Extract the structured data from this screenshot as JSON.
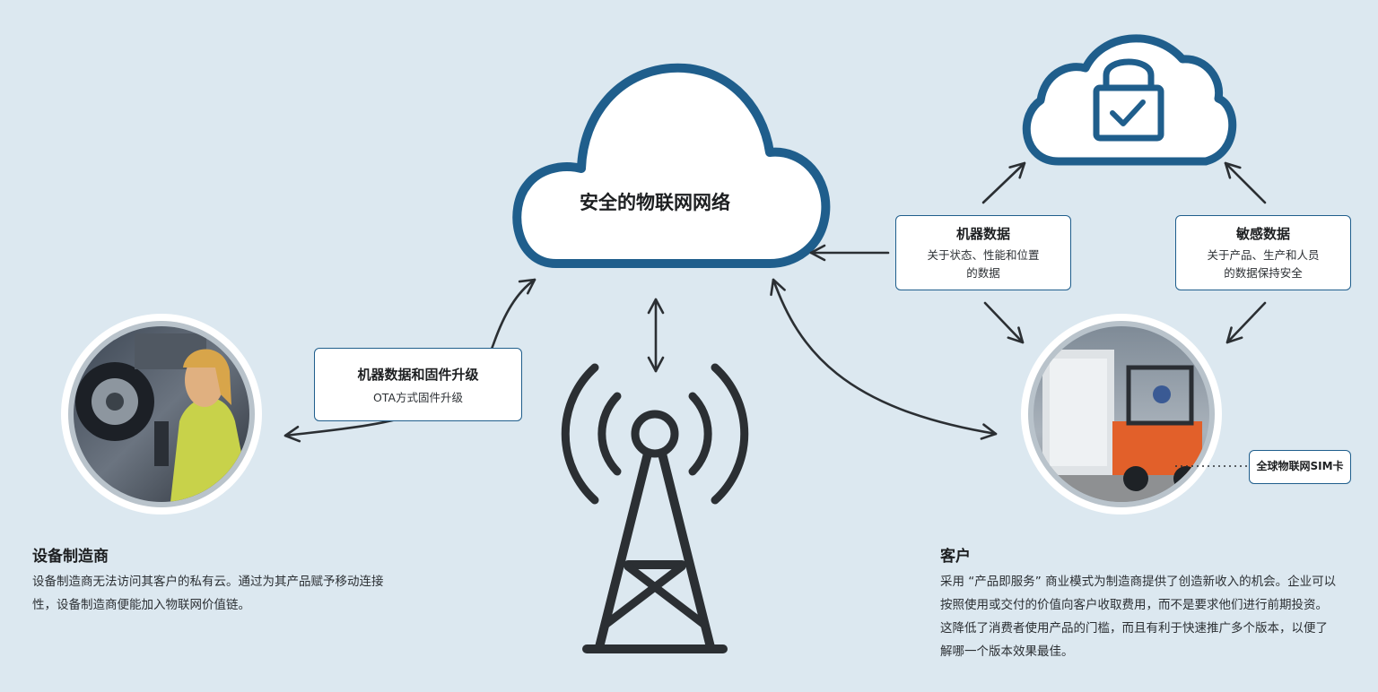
{
  "cloud": {
    "title": "安全的物联网网络"
  },
  "secure_cloud": {
    "icon": "padlock-check-icon"
  },
  "firmware_box": {
    "title": "机器数据和固件升级",
    "subtitle": "OTA方式固件升级"
  },
  "machine_data_box": {
    "title": "机器数据",
    "subtitle_line1": "关于状态、性能和位置",
    "subtitle_line2": "的数据"
  },
  "sensitive_data_box": {
    "title": "敏感数据",
    "subtitle_line1": "关于产品、生产和人员",
    "subtitle_line2": "的数据保持安全"
  },
  "sim_label": "全球物联网SIM卡",
  "manufacturer": {
    "title": "设备制造商",
    "body": "设备制造商无法访问其客户的私有云。通过为其产品赋予移动连接性，设备制造商便能加入物联网价值链。"
  },
  "customer": {
    "title": "客户",
    "body": "采用 “产品即服务” 商业模式为制造商提供了创造新收入的机会。企业可以按照使用或交付的价值向客户收取费用，而不是要求他们进行前期投资。这降低了消费者使用产品的门槛，而且有利于快速推广多个版本，以便了解哪一个版本效果最佳。"
  },
  "colors": {
    "background": "#dce8f0",
    "cloud_stroke": "#1f5e8c",
    "arrow": "#2b2f33",
    "tower": "#2b2f33"
  }
}
